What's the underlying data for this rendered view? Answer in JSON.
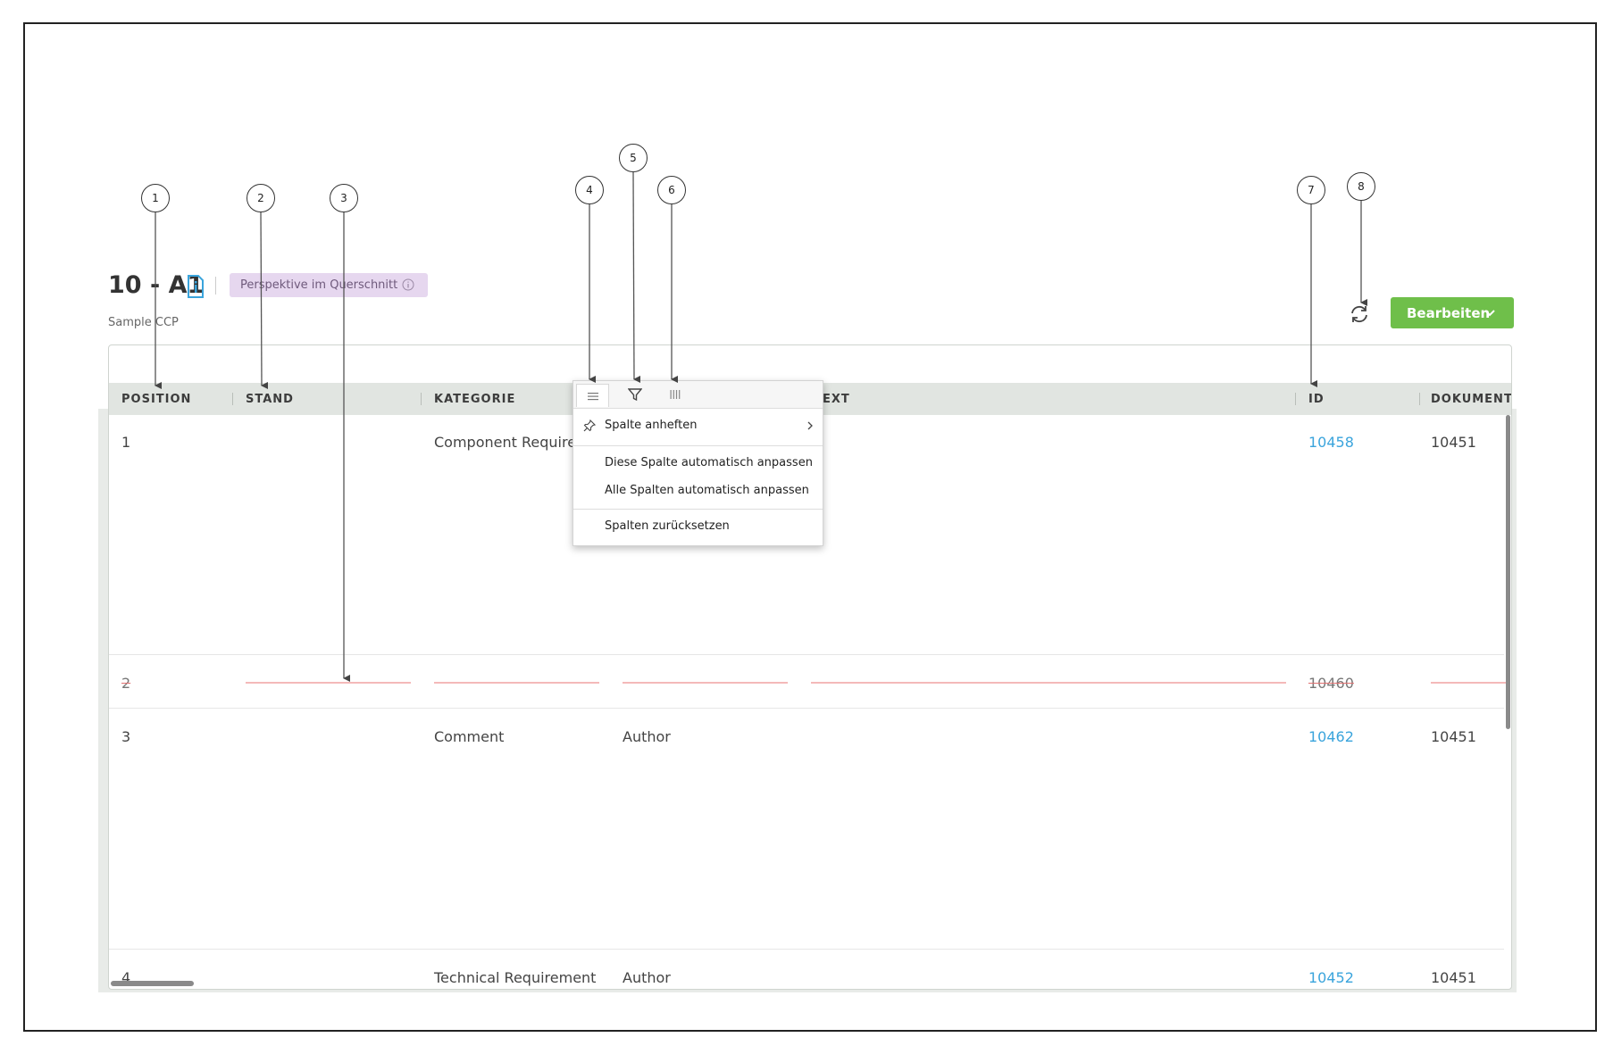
{
  "header": {
    "title": "10 - A1",
    "badge": "Perspektive im Querschnitt",
    "subtitle": "Sample CCP",
    "edit_button": "Bearbeiten"
  },
  "grid": {
    "columns": [
      "POSITION",
      "STAND",
      "KATEGORIE",
      "EXT",
      "ID",
      "DOKUMENT.."
    ],
    "rows": [
      {
        "position": "1",
        "kategorie": "Component Requirem",
        "col4": "",
        "id": "10458",
        "dokument": "10451"
      },
      {
        "position": "2",
        "kategorie": "",
        "col4": "",
        "id": "10460",
        "dokument": ""
      },
      {
        "position": "3",
        "kategorie": "Comment",
        "col4": "Author",
        "id": "10462",
        "dokument": "10451"
      },
      {
        "position": "4",
        "kategorie": "Technical Requirement",
        "col4": "Author",
        "id": "10452",
        "dokument": "10451"
      }
    ]
  },
  "column_menu": {
    "tabs": [
      "general-tab-icon",
      "filter-icon",
      "columns-icon"
    ],
    "items": {
      "pin": "Spalte anheften",
      "autosize_this": "Diese Spalte automatisch anpassen",
      "autosize_all": "Alle Spalten automatisch anpassen",
      "reset": "Spalten zurücksetzen"
    }
  },
  "callouts": [
    "1",
    "2",
    "3",
    "4",
    "5",
    "6",
    "7",
    "8"
  ],
  "colors": {
    "accent_green": "#6fbf4a",
    "badge_bg": "#e6d7ef",
    "link_blue": "#3aa4dc",
    "strike_red": "#f4b9b9"
  }
}
